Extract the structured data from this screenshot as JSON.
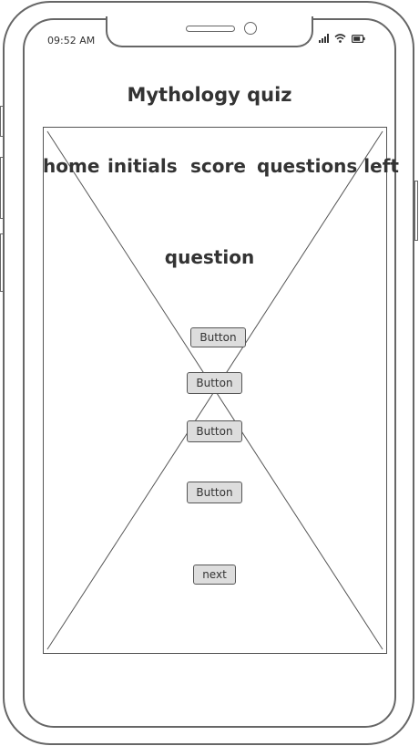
{
  "status_bar": {
    "time": "09:52 AM",
    "icons": [
      "signal-icon",
      "wifi-icon",
      "battery-icon"
    ]
  },
  "app": {
    "title": "Mythology quiz"
  },
  "nav": {
    "home": "home",
    "initials": "initials",
    "score": "score",
    "questions_left": "questions left"
  },
  "question": {
    "text": "question"
  },
  "answers": [
    {
      "label": "Button"
    },
    {
      "label": "Button"
    },
    {
      "label": "Button"
    },
    {
      "label": "Button"
    }
  ],
  "next": {
    "label": "next"
  }
}
